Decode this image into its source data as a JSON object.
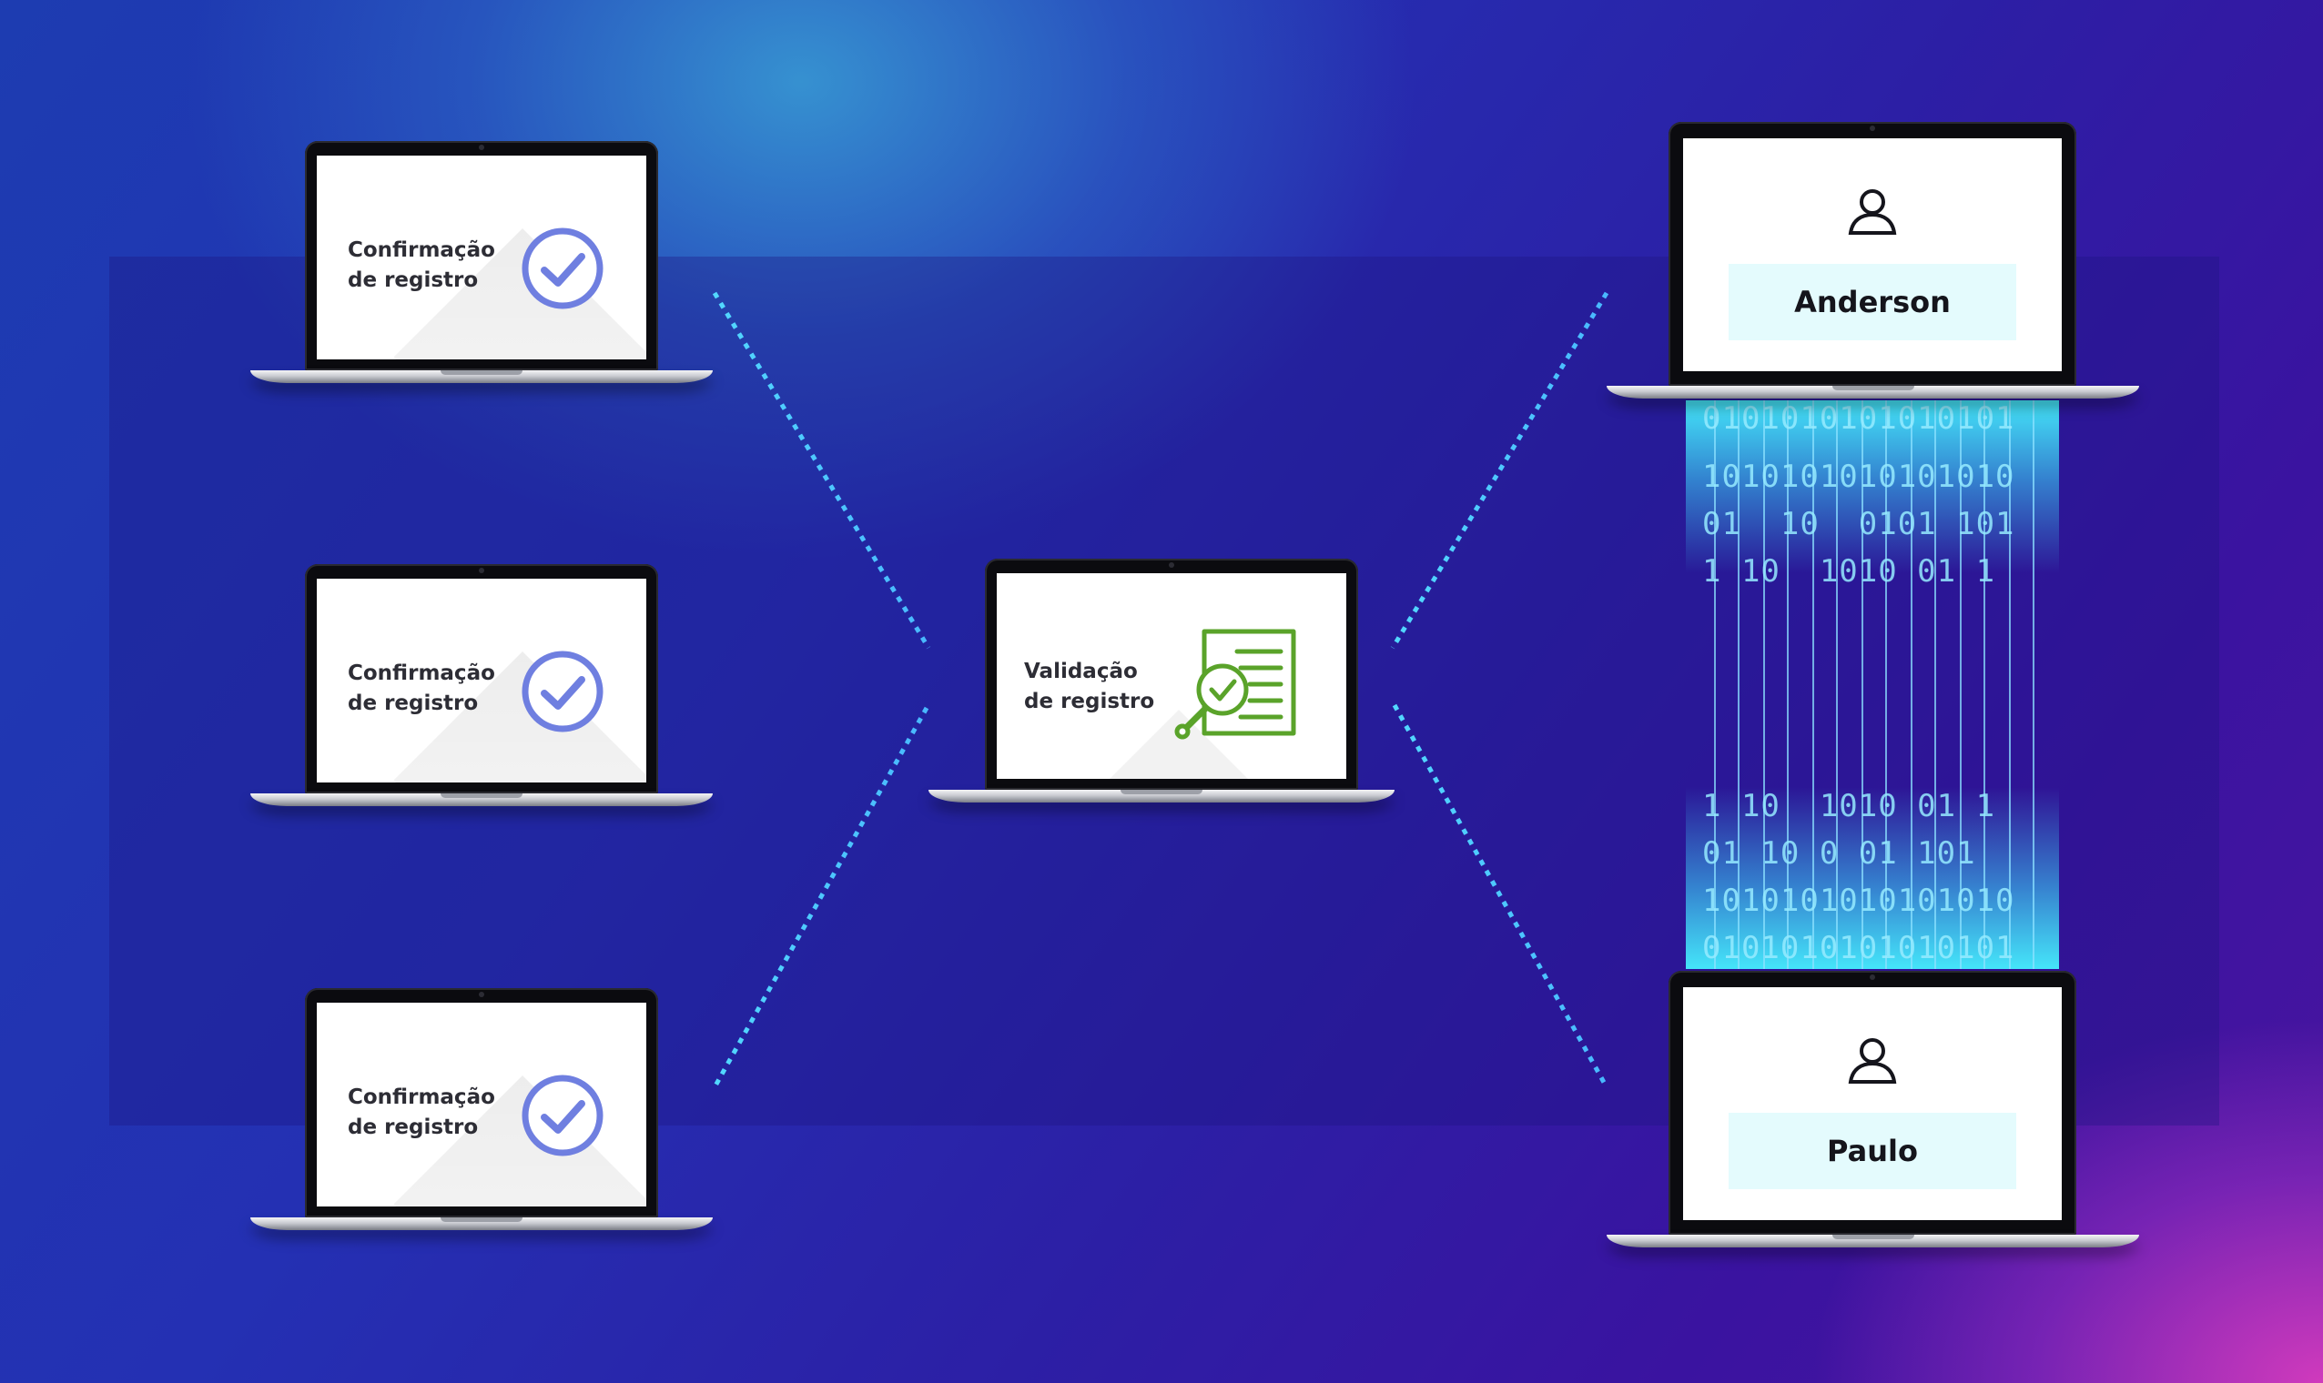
{
  "confirmation_laptops": [
    {
      "line1": "Confirmação",
      "line2": "de registro"
    },
    {
      "line1": "Confirmação",
      "line2": "de registro"
    },
    {
      "line1": "Confirmação",
      "line2": "de registro"
    }
  ],
  "validation_laptop": {
    "line1": "Validação",
    "line2": "de registro"
  },
  "users": [
    {
      "name": "Anderson"
    },
    {
      "name": "Paulo"
    }
  ],
  "binary_stream": {
    "rows": [
      "0101010101010101",
      "1010101010101010",
      "01  10  0101 101",
      "1 10  1010 01 1",
      "1 10  1010 01 1",
      "01 10 0 01 101",
      "1010101010101010",
      "0101010101010101"
    ]
  },
  "colors": {
    "check": "#6f7fe0",
    "validation_icon": "#5aa32a",
    "stream_glow": "#46f0ff",
    "dotted_line": "#4fd6ff"
  },
  "icons": {
    "confirmation": "check-circle-icon",
    "validation": "document-search-icon",
    "user": "user-icon"
  }
}
